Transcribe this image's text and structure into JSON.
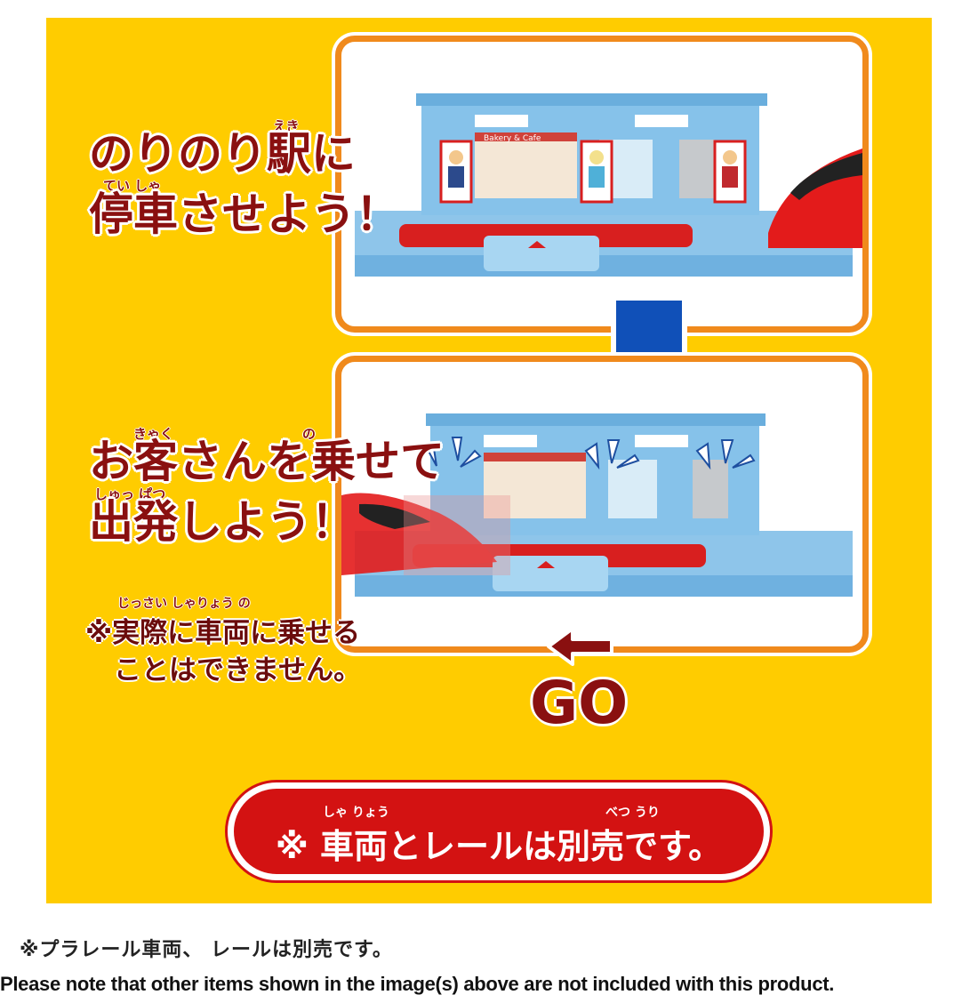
{
  "colors": {
    "background": "#ffcc00",
    "frame_border": "#f08a1c",
    "heading_text": "#8a1010",
    "notice_bg": "#d31212",
    "arrow_blue": "#1050b8"
  },
  "step1": {
    "ruby_eki": "えき",
    "line1": "のりのり駅に",
    "ruby_teisha": "てい しゃ",
    "line2": "停車させよう！"
  },
  "step2": {
    "ruby_kyaku": "きゃく",
    "ruby_no": "の",
    "line1": "お客さんを乗せて",
    "ruby_shuppatsu": "しゅっ ぱつ",
    "line2": "出発しよう！"
  },
  "caution": {
    "ruby": "じっさい   しゃりょう    の",
    "line1": "※実際に車両に乗せる",
    "line2": "ことはできません。"
  },
  "go_label": "GO",
  "go_arrow_icon": "left-arrow-icon",
  "down_arrow_icon": "down-arrow-icon",
  "notice": {
    "ruby_sharyo": "しゃ りょう",
    "ruby_betsuuri": "べつ うり",
    "text": "※ 車両とレールは別売です。"
  },
  "station_sign": "Bakery & Cafe",
  "footer": {
    "japanese": "※プラレール車両、 レールは別売です。",
    "english": "Please note that other items shown in the image(s) above are not included with this product."
  }
}
